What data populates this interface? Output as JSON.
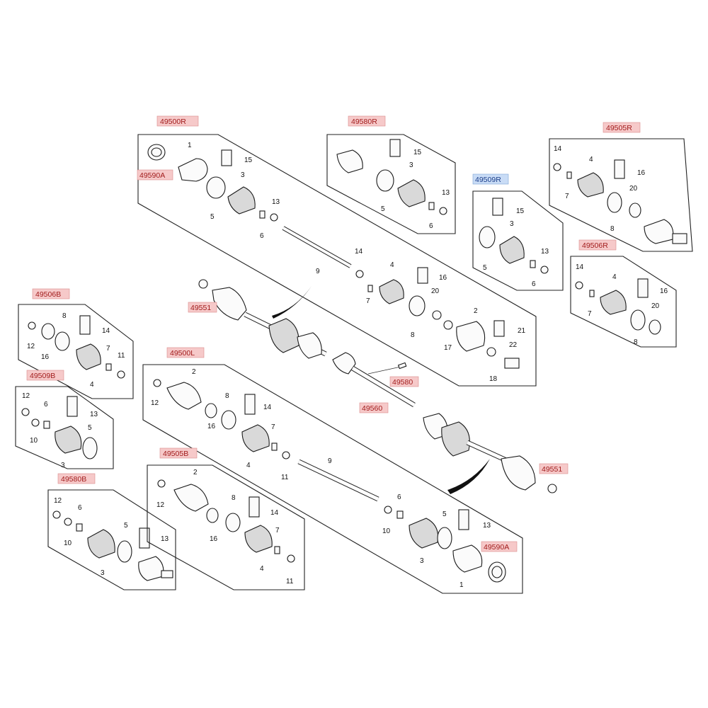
{
  "groups": {
    "g49500R": {
      "code": "49500R",
      "parts": [
        "1",
        "15",
        "49590A",
        "3",
        "5",
        "13",
        "6",
        "9",
        "14",
        "4",
        "16",
        "7",
        "20",
        "2",
        "8",
        "17",
        "21",
        "22",
        "18"
      ]
    },
    "g49580R": {
      "code": "49580R",
      "parts": [
        "15",
        "3",
        "13",
        "5",
        "6"
      ]
    },
    "g49509R": {
      "code": "49509R",
      "selected": true,
      "parts": [
        "15",
        "3",
        "13",
        "5",
        "6"
      ]
    },
    "g49505R": {
      "code": "49505R",
      "parts": [
        "14",
        "4",
        "16",
        "7",
        "20",
        "8"
      ]
    },
    "g49506R": {
      "code": "49506R",
      "parts": [
        "14",
        "4",
        "16",
        "7",
        "20",
        "8"
      ]
    },
    "g49506B": {
      "code": "49506B",
      "parts": [
        "8",
        "14",
        "12",
        "16",
        "7",
        "11",
        "4"
      ]
    },
    "g49509B": {
      "code": "49509B",
      "parts": [
        "12",
        "6",
        "13",
        "5",
        "10",
        "3"
      ]
    },
    "g49580B": {
      "code": "49580B",
      "parts": [
        "12",
        "6",
        "5",
        "13",
        "10",
        "3"
      ]
    },
    "g49500L": {
      "code": "49500L",
      "parts": [
        "2",
        "12",
        "8",
        "14",
        "16",
        "7",
        "4",
        "11",
        "9",
        "6",
        "5",
        "13",
        "10",
        "3",
        "49590A",
        "1"
      ]
    },
    "g49505B": {
      "code": "49505B",
      "parts": [
        "2",
        "12",
        "8",
        "14",
        "16",
        "7",
        "4",
        "11"
      ]
    }
  },
  "assembly": {
    "labels": [
      "49551",
      "49580",
      "49560",
      "49551"
    ]
  }
}
